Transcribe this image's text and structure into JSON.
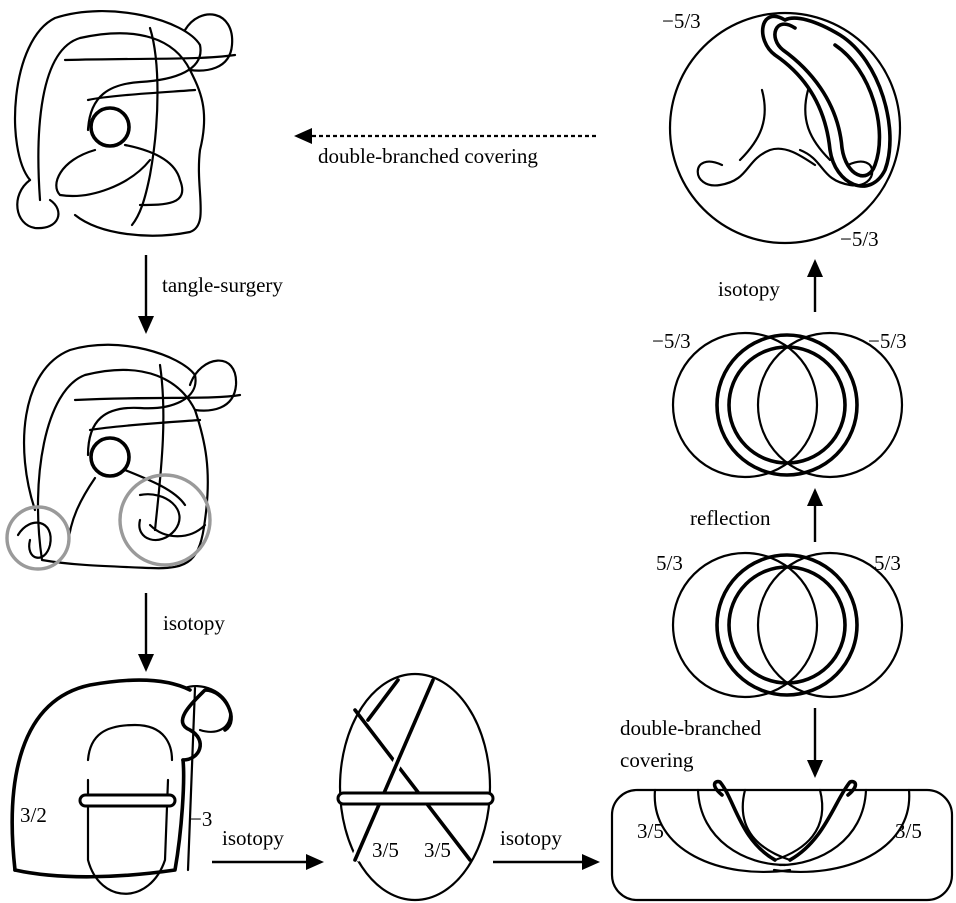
{
  "labels": {
    "double_branched_top": "double-branched covering",
    "tangle_surgery": "tangle-surgery",
    "isotopy_left": "isotopy",
    "isotopy_bottom_1": "isotopy",
    "isotopy_bottom_2": "isotopy",
    "isotopy_right": "isotopy",
    "reflection": "reflection",
    "double_branched_right_line1": "double-branched",
    "double_branched_right_line2": "covering"
  },
  "coefficients": {
    "top_right_upper": "−5/3",
    "top_right_lower": "−5/3",
    "mid_right_left": "−5/3",
    "mid_right_right": "−5/3",
    "lower_right_left": "5/3",
    "lower_right_right": "5/3",
    "bottom_left_left": "3/2",
    "bottom_left_right": "−3",
    "oval_left": "3/5",
    "oval_right": "3/5",
    "box_left": "3/5",
    "box_right": "3/5"
  }
}
